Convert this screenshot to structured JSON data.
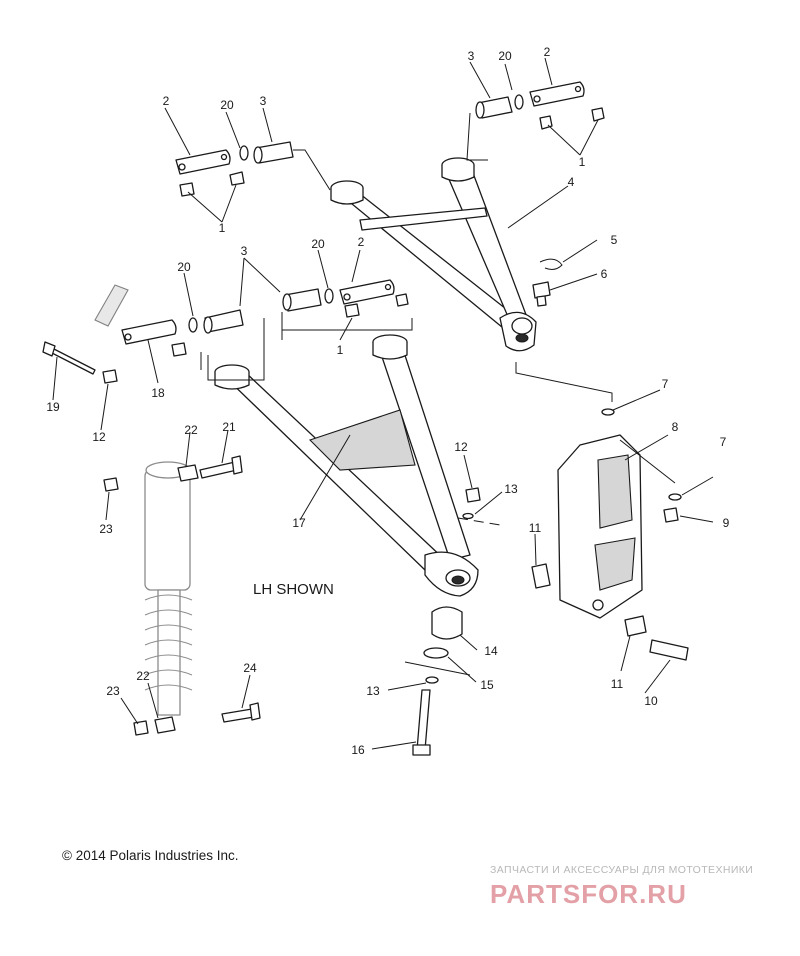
{
  "diagram": {
    "note": "LH SHOWN",
    "copyright": "© 2014 Polaris Industries Inc.",
    "watermark_line": "ЗАПЧАСТИ И АКСЕССУАРЫ ДЛЯ МОТОТЕХНИКИ",
    "watermark_logo": "PARTSFOR.RU",
    "callouts": [
      "1",
      "2",
      "3",
      "4",
      "5",
      "6",
      "7",
      "8",
      "9",
      "10",
      "11",
      "12",
      "13",
      "14",
      "15",
      "16",
      "17",
      "18",
      "19",
      "20",
      "21",
      "22",
      "23",
      "24"
    ]
  }
}
